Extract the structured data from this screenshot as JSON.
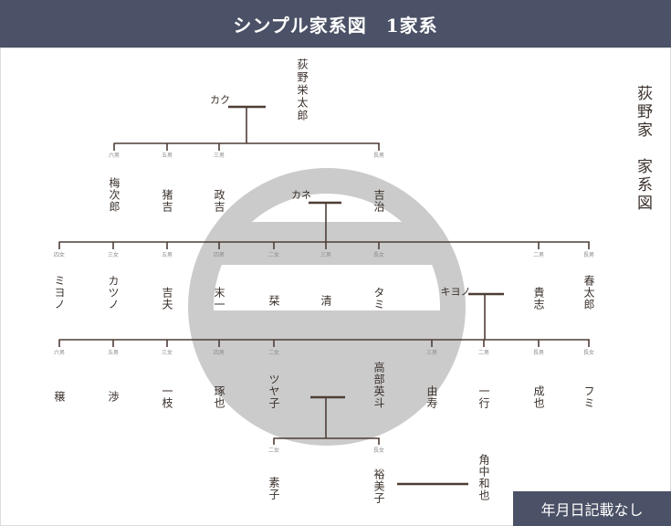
{
  "header": {
    "title": "シンプル家系図　1家系"
  },
  "side_title": "荻野家　家系図",
  "footer_note": "年月日記載なし",
  "crest_icon": "family-crest-icon",
  "colors": {
    "header_bg": "#4b5166",
    "line": "#4e3d36",
    "crest": "#cbcbcb",
    "text": "#3a302b",
    "label": "#8d8d8d"
  },
  "tree": {
    "root": {
      "name": "荻野栄太郎",
      "spouse": "カク"
    },
    "gen1": {
      "children": [
        {
          "label": "六男",
          "name": "梅次郎"
        },
        {
          "label": "五男",
          "name": "猪吉"
        },
        {
          "label": "三男",
          "name": "政吉"
        },
        {
          "label": "長男",
          "name": "吉治"
        }
      ],
      "spouse": "カネ"
    },
    "gen2": {
      "children": [
        {
          "label": "四女",
          "name": "ミヨノ"
        },
        {
          "label": "三女",
          "name": "カツノ"
        },
        {
          "label": "五男",
          "name": "吉夫"
        },
        {
          "label": "四男",
          "name": "末一"
        },
        {
          "label": "二女",
          "name": "栞"
        },
        {
          "label": "三男",
          "name": "清"
        },
        {
          "label": "長女",
          "name": "タミ"
        },
        {
          "label": "二男",
          "name": "貴志"
        },
        {
          "label": "長男",
          "name": "春太郎"
        }
      ],
      "spouse": "キヨノ"
    },
    "gen3": {
      "children": [
        {
          "label": "六男",
          "name": "穣"
        },
        {
          "label": "五男",
          "name": "渉"
        },
        {
          "label": "三女",
          "name": "一枝"
        },
        {
          "label": "四男",
          "name": "琢也"
        },
        {
          "label": "二女",
          "name": "ツヤ子"
        },
        {
          "label": "三男",
          "name": "由寿"
        },
        {
          "label": "二男",
          "name": "一行"
        },
        {
          "label": "長男",
          "name": "成也"
        },
        {
          "label": "長女",
          "name": "フミ"
        }
      ],
      "spouse": "高部英斗"
    },
    "gen4": {
      "children": [
        {
          "label": "二女",
          "name": "素子"
        },
        {
          "label": "長女",
          "name": "裕美子"
        }
      ],
      "spouse": "角中和也"
    }
  }
}
